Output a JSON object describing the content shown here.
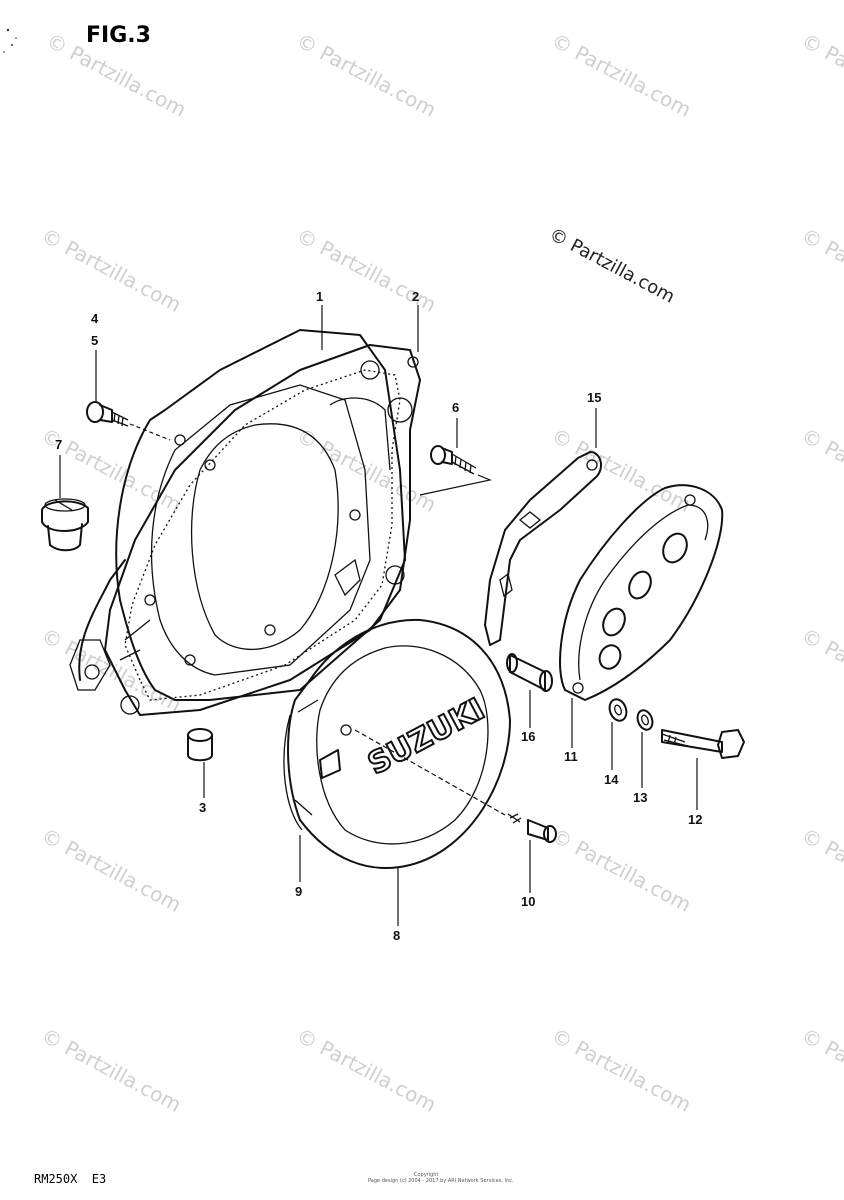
{
  "header": {
    "figure_label": "FIG.3"
  },
  "footer": {
    "model_code": "RM250X  E3",
    "copyright_line1": "Copyright",
    "copyright_line2": "Page design (c) 2004 - 2017 by ARI Network Services, Inc."
  },
  "watermark": {
    "text": "© Partzilla.com"
  },
  "cover_brand": "SUZUKI",
  "callouts": [
    {
      "id": "1",
      "label": "1"
    },
    {
      "id": "2",
      "label": "2"
    },
    {
      "id": "3",
      "label": "3"
    },
    {
      "id": "4",
      "label": "4"
    },
    {
      "id": "5",
      "label": "5"
    },
    {
      "id": "6",
      "label": "6"
    },
    {
      "id": "7",
      "label": "7"
    },
    {
      "id": "8",
      "label": "8"
    },
    {
      "id": "9",
      "label": "9"
    },
    {
      "id": "10",
      "label": "10"
    },
    {
      "id": "11",
      "label": "11"
    },
    {
      "id": "12",
      "label": "12"
    },
    {
      "id": "13",
      "label": "13"
    },
    {
      "id": "14",
      "label": "14"
    },
    {
      "id": "15",
      "label": "15"
    },
    {
      "id": "16",
      "label": "16"
    }
  ]
}
